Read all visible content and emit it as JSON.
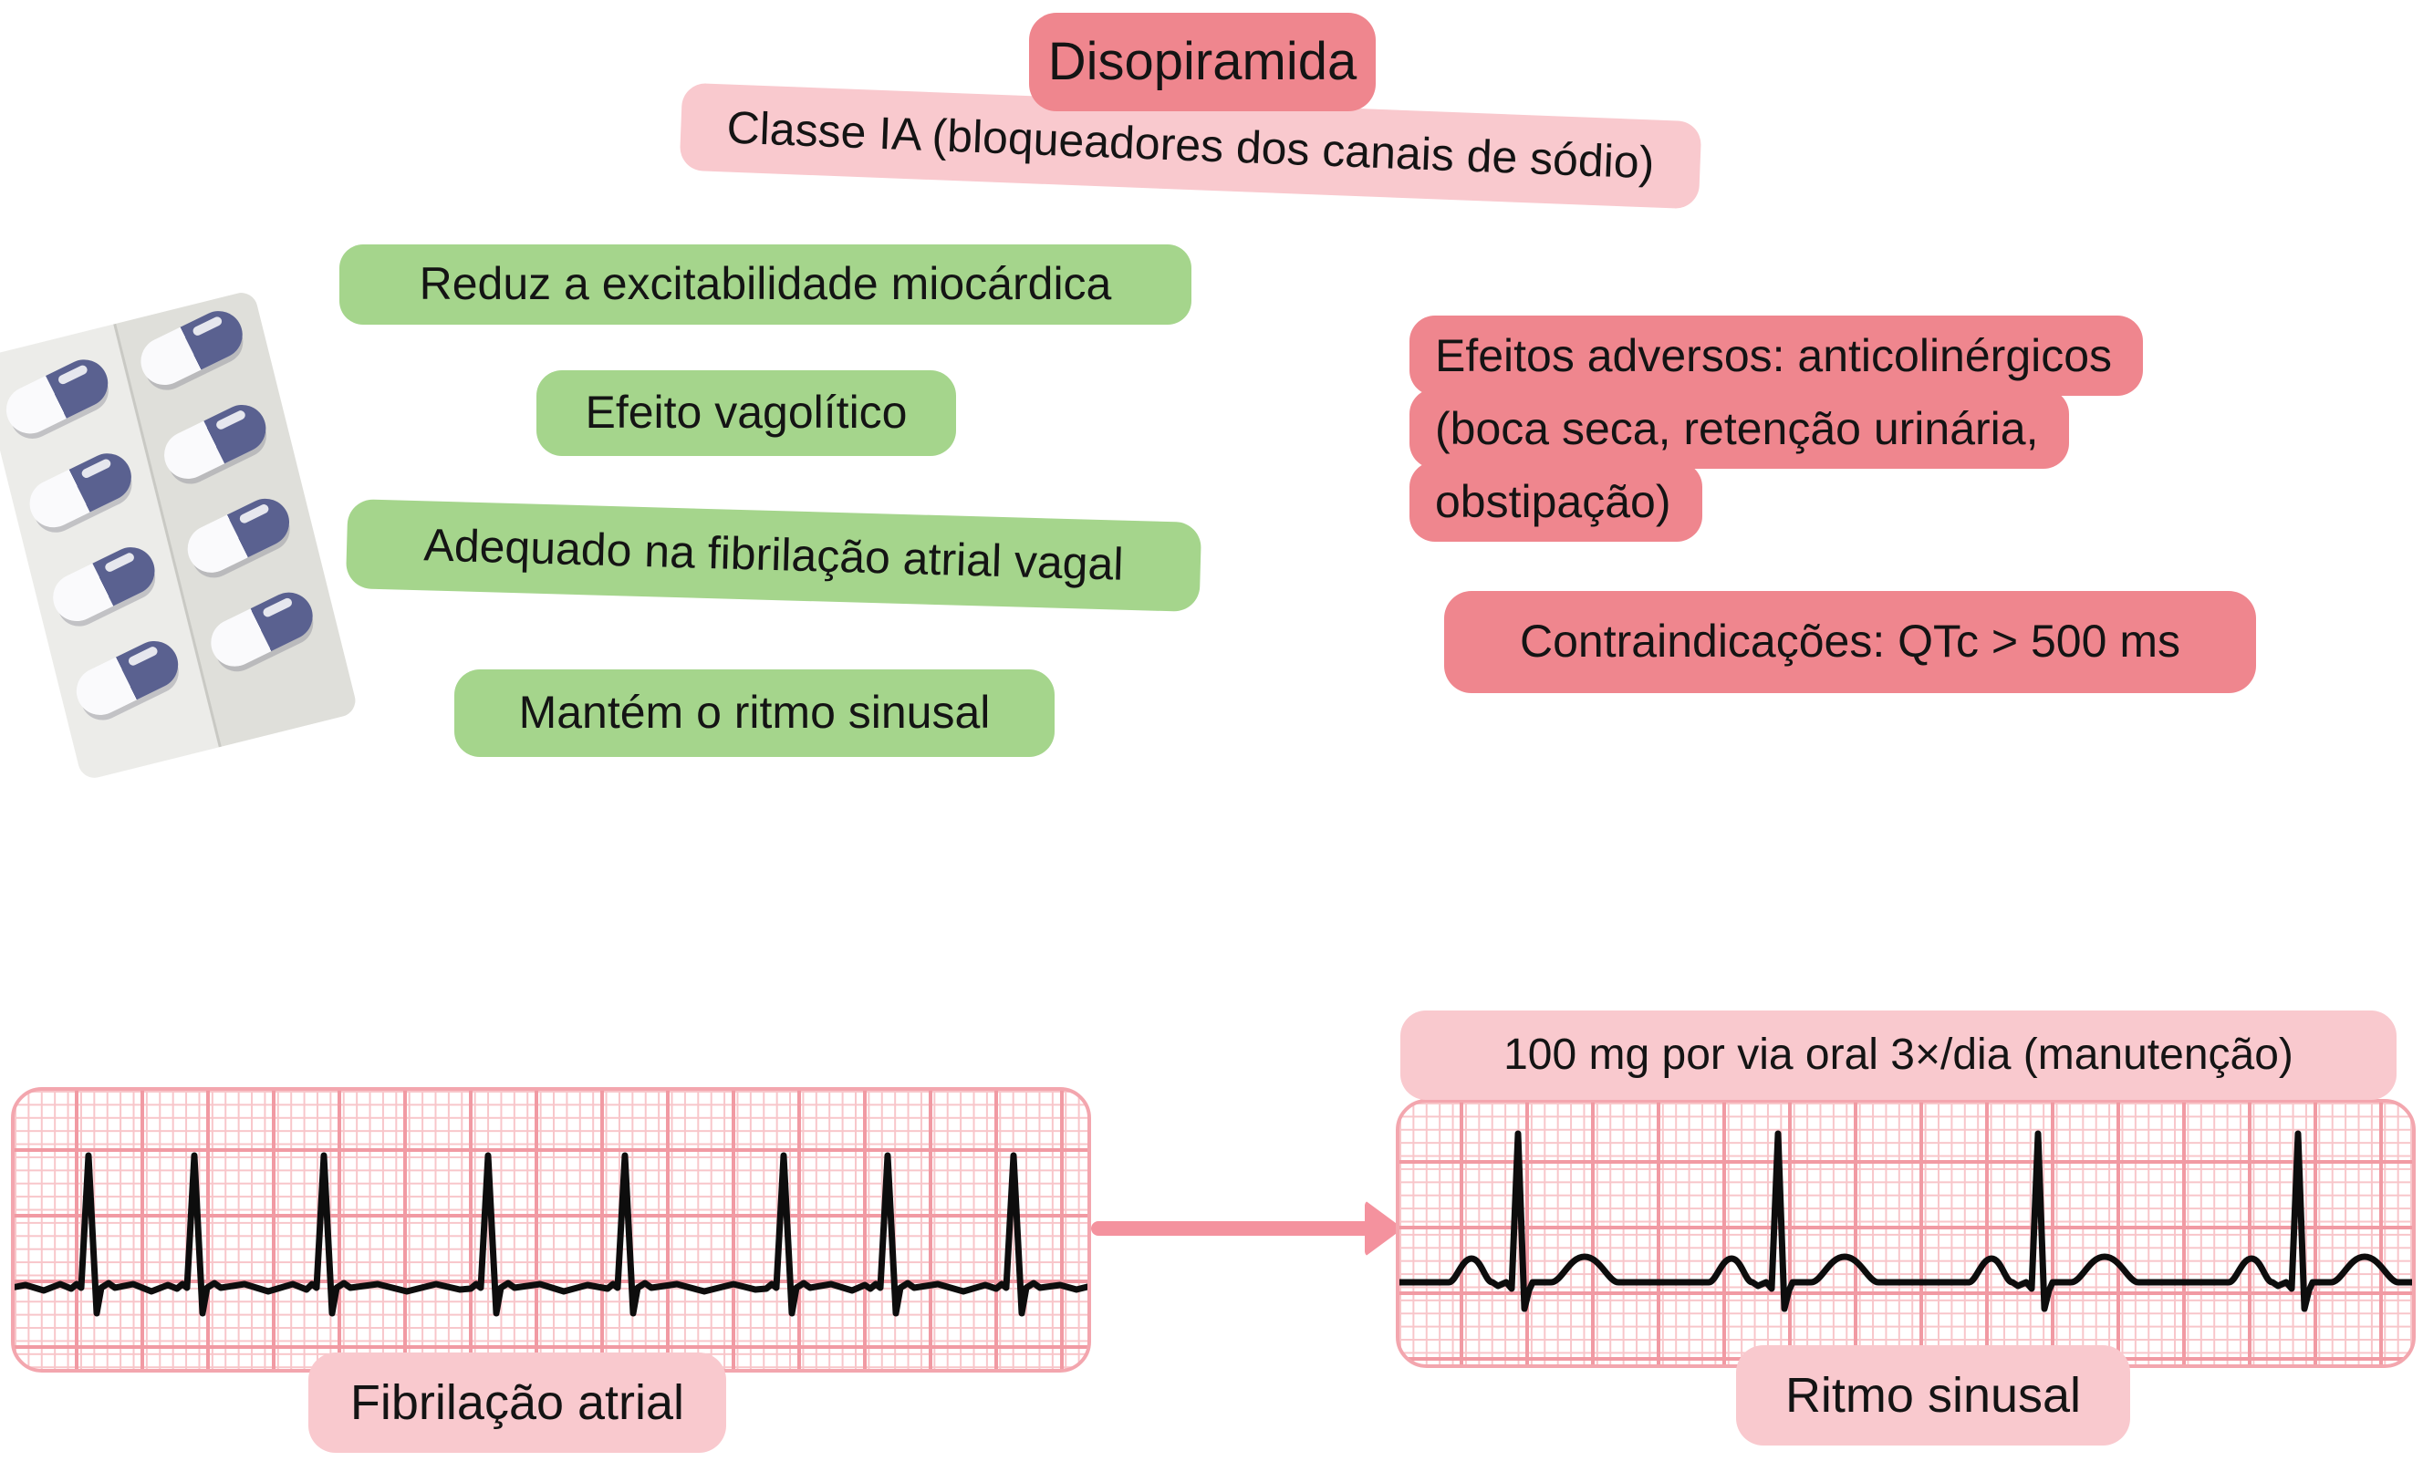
{
  "header": {
    "title": "Disopiramida",
    "subtitle": "Classe IA (bloqueadores dos canais de sódio)"
  },
  "benefits": [
    "Reduz a excitabilidade miocárdica",
    "Efeito vagolítico",
    "Adequado na fibrilação atrial vagal",
    "Mantém o ritmo sinusal"
  ],
  "warnings": {
    "adverse_lines": [
      "Efeitos adversos: anticolinérgicos",
      "(boca seca, retenção urinária,",
      "obstipação)"
    ],
    "contraindication": "Contraindicações: QTc > 500 ms"
  },
  "ecg": {
    "dose_note": "100 mg por via oral 3×/dia (manutenção)",
    "left_label": "Fibrilação atrial",
    "right_label": "Ritmo sinusal"
  },
  "illustration": {
    "name": "pill-blister-pack",
    "capsule_count": 8
  },
  "palette": {
    "dark_pink": "#EF868E",
    "light_pink": "#F9C9CE",
    "green": "#A5D58C",
    "arrow_pink": "#F4929E",
    "grid_major": "#F19AA3",
    "grid_minor": "#F8C6CA",
    "trace": "#0d0d0d",
    "capsule_navy": "#5A6190"
  }
}
